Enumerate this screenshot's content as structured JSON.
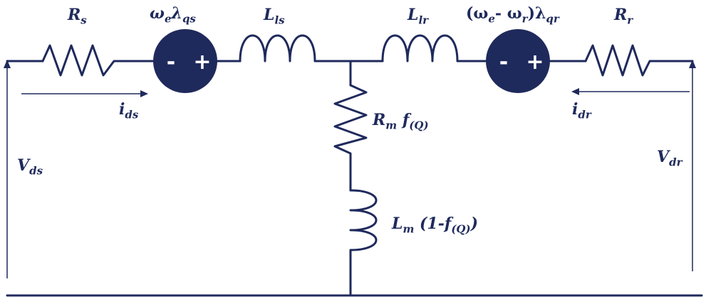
{
  "colors": {
    "ink": "#1f2a5c",
    "source_fill": "#1f2a5c",
    "sign": "#ffffff",
    "background": "#ffffff"
  },
  "labels": {
    "rs_symbol": "R",
    "rs_sub": "s",
    "src1_omega": "ω",
    "src1_omega_sub": "e",
    "src1_lambda": "λ",
    "src1_lambda_sub": "qs",
    "lls_symbol": "L",
    "lls_sub": "ls",
    "llr_symbol": "L",
    "llr_sub": "lr",
    "src2_open": "(ω",
    "src2_e_sub": "e",
    "src2_mid": "- ω",
    "src2_r_sub": "r",
    "src2_close": ")λ",
    "src2_qr_sub": "qr",
    "rr_symbol": "R",
    "rr_sub": "r",
    "ids_symbol": "i",
    "ids_sub": "ds",
    "idr_symbol": "i",
    "idr_sub": "dr",
    "vds_symbol": "V",
    "vds_sub": "ds",
    "vdr_symbol": "V",
    "vdr_sub": "dr",
    "rm_symbol": "R",
    "rm_sub": "m",
    "rm_f": " f",
    "rm_f_sub": "(Q)",
    "lm_symbol": "L",
    "lm_sub": "m",
    "lm_open": " (1-f",
    "lm_f_sub": "(Q)",
    "lm_close": ")"
  },
  "signs": {
    "minus": "-",
    "plus": "+"
  }
}
